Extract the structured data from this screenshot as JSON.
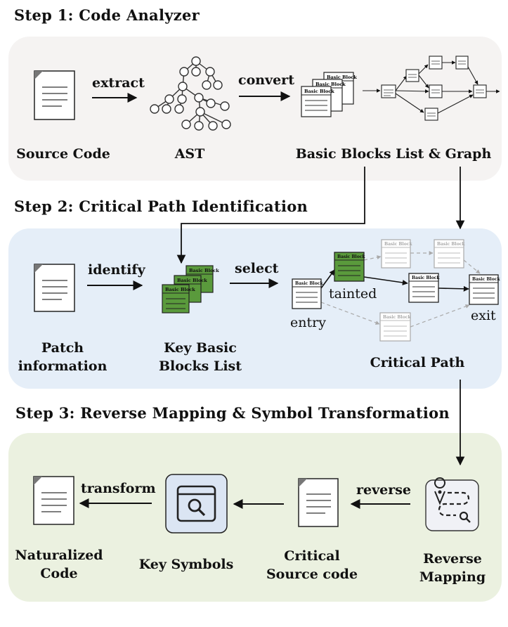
{
  "steps": [
    {
      "title": "Step 1: Code Analyzer"
    },
    {
      "title": "Step 2: Critical Path Identification"
    },
    {
      "title": "Step 3: Reverse Mapping & Symbol Transformation"
    }
  ],
  "step1": {
    "source_code": "Source Code",
    "ast": "AST",
    "bb_list_graph": "Basic Blocks List & Graph",
    "extract": "extract",
    "convert": "convert"
  },
  "step2": {
    "patch_line1": "Patch",
    "patch_line2": "information",
    "key_line1": "Key Basic",
    "key_line2": "Blocks List",
    "critical_path": "Critical Path",
    "identify": "identify",
    "select": "select",
    "tainted": "tainted",
    "entry": "entry",
    "exit": "exit"
  },
  "step3": {
    "naturalized_line1": "Naturalized",
    "naturalized_line2": "Code",
    "key_symbols": "Key Symbols",
    "critical_line1": "Critical",
    "critical_line2": "Source code",
    "reverse_line1": "Reverse",
    "reverse_line2": "Mapping",
    "transform": "transform",
    "reverse": "reverse"
  },
  "block_label": "Basic Block",
  "colors": {
    "panel1": "#f5f3f2",
    "panel2": "#e5eef8",
    "panel3": "#ebf1e0",
    "tainted_green": "#5a9a3c",
    "faded": "#a9a9a9"
  }
}
